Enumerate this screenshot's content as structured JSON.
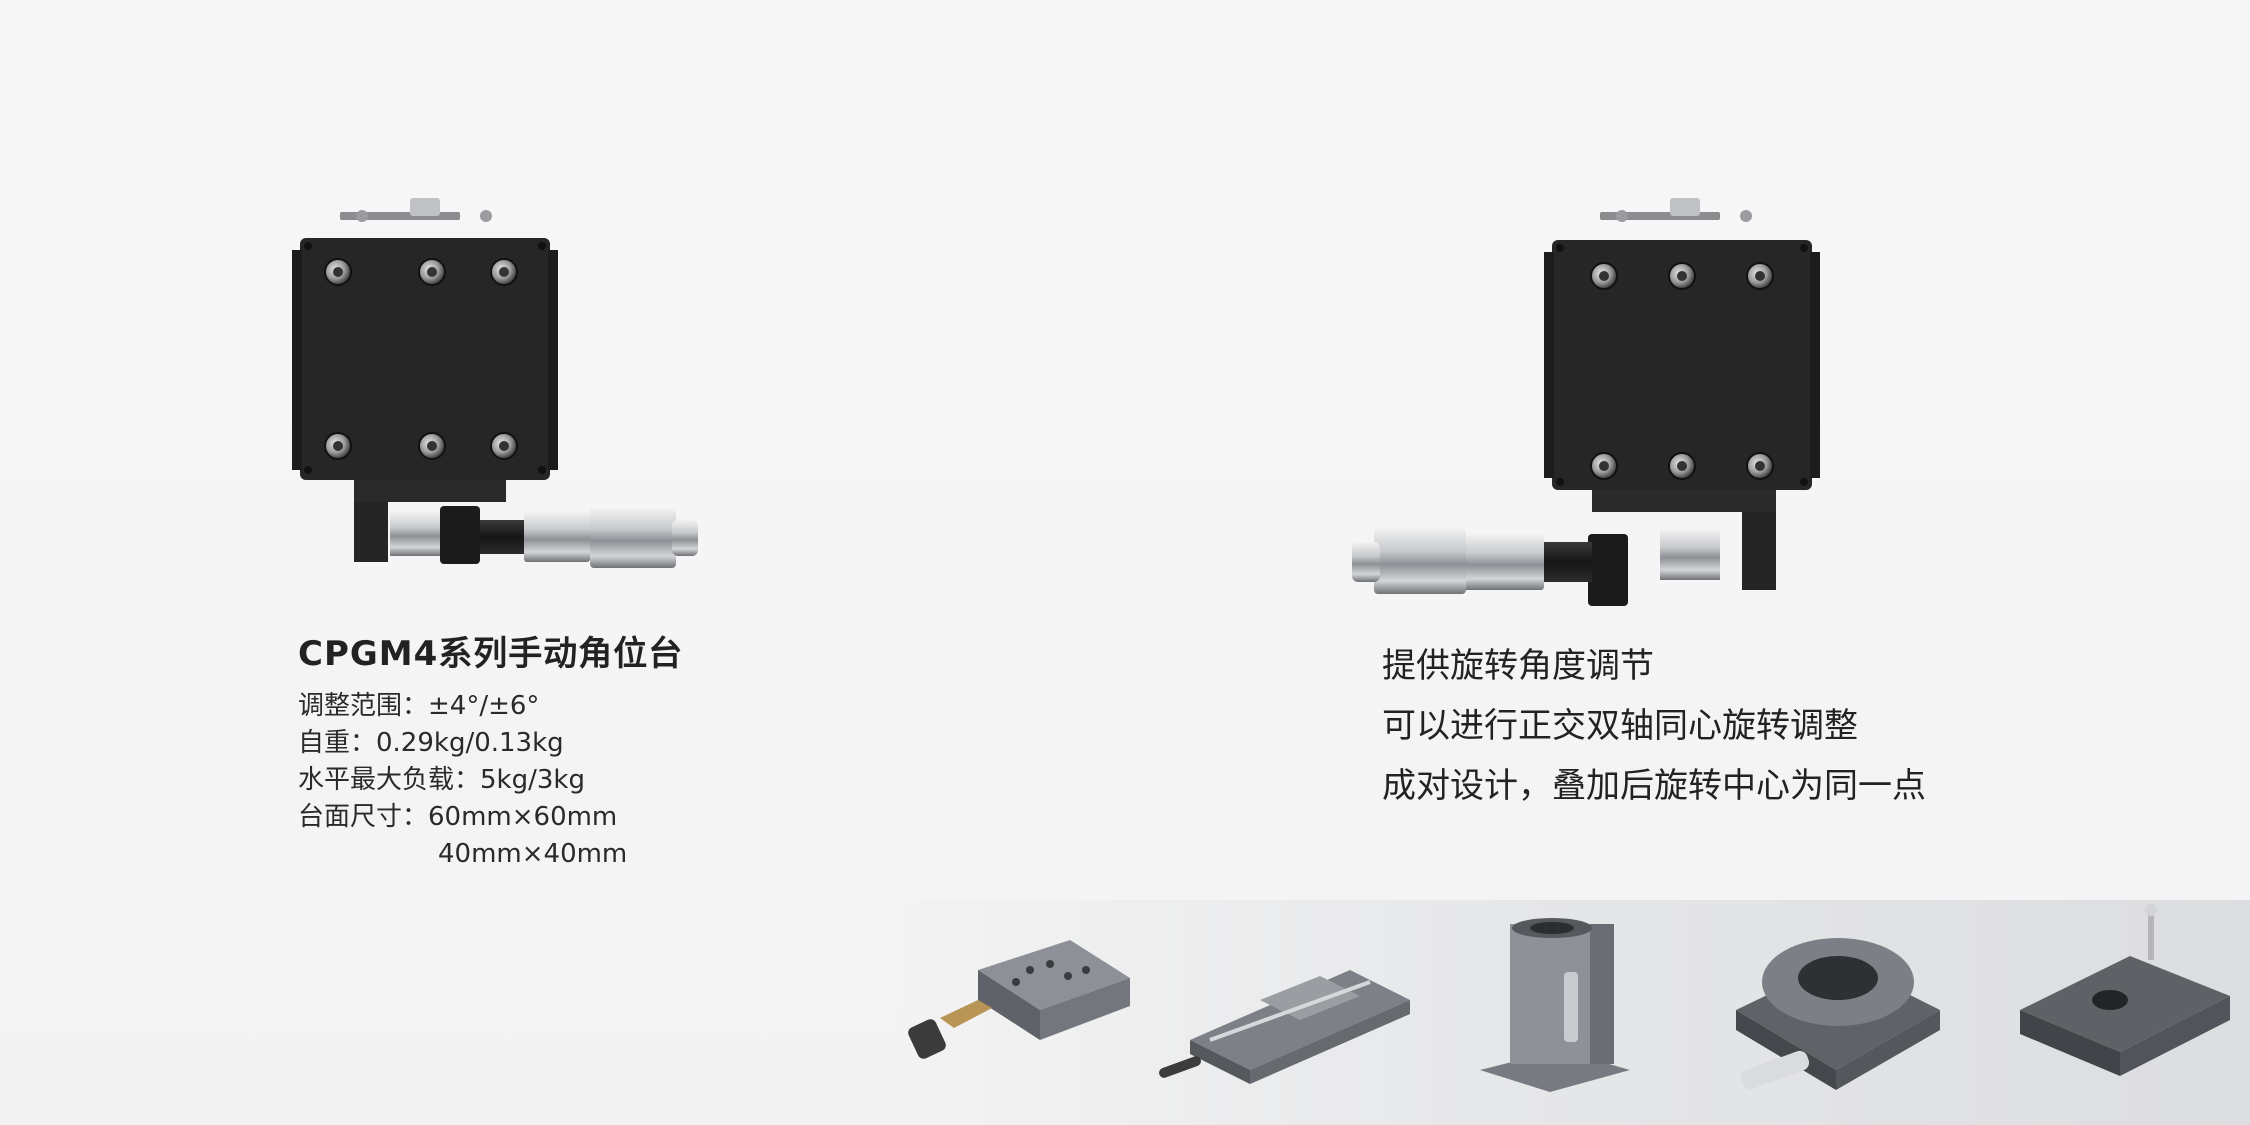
{
  "specs": {
    "title": "CPGM4系列手动角位台",
    "lines": [
      "调整范围：±4°/±6°",
      "自重：0.29kg/0.13kg",
      "水平最大负载：5kg/3kg",
      "台面尺寸：60mm×60mm",
      "40mm×40mm"
    ]
  },
  "features": {
    "lines": [
      "提供旋转角度调节",
      "可以进行正交双轴同心旋转调整",
      "成对设计，叠加后旋转中心为同一点"
    ]
  },
  "products": {
    "left_image": "goniometer-stage-micrometer-right",
    "right_image": "goniometer-stage-micrometer-left",
    "thumbnails": [
      "xy-translation-stage-thumb",
      "linear-rail-stage-thumb",
      "vertical-lift-stage-thumb",
      "rotation-stage-thumb",
      "tilt-platform-thumb"
    ]
  },
  "colors": {
    "background": "#f5f5f5",
    "text": "#222222",
    "stage_body": "#2b2b2b",
    "metal": "#b9bcc0"
  }
}
